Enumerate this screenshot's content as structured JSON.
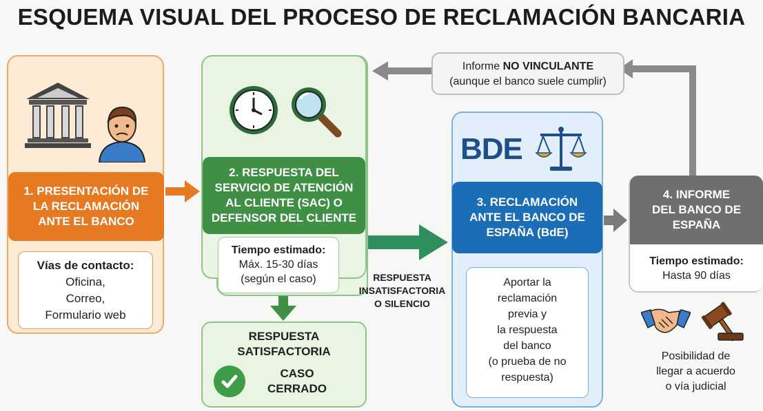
{
  "title": "ESQUEMA VISUAL DEL PROCESO DE RECLAMACIÓN BANCARIA",
  "step1": {
    "header_lines": [
      "1. PRESENTACIÓN DE",
      "LA RECLAMACIÓN",
      "ANTE EL BANCO"
    ],
    "contact_title": "Vías de contacto:",
    "contact_items": [
      "Oficina,",
      "Correo,",
      "Formulario web"
    ]
  },
  "step2": {
    "header_lines": [
      "2. RESPUESTA DEL",
      "SERVICIO DE ATENCIÓN",
      "AL CLIENTE (SAC) O",
      "DEFENSOR DEL CLIENTE"
    ],
    "time_title": "Tiempo estimado:",
    "time_lines": [
      "Máx. 15-30 días",
      "(según el caso)"
    ]
  },
  "satisfactory": {
    "title_lines": [
      "RESPUESTA",
      "SATISFACTORIA"
    ],
    "closed_lines": [
      "CASO",
      "CERRADO"
    ]
  },
  "transition": {
    "lines": [
      "RESPUESTA",
      "INSATISFACTORIA",
      "O SILENCIO"
    ]
  },
  "step3": {
    "logo_text": "BDE",
    "header_lines": [
      "3. RECLAMACIÓN",
      "ANTE EL BANCO DE",
      "ESPAÑA (BdE)"
    ],
    "detail_lines": [
      "Aportar la",
      "reclamación",
      "previa y",
      "la respuesta",
      "del banco",
      "(o prueba de no",
      "respuesta)"
    ]
  },
  "step4": {
    "header_lines": [
      "4. INFORME",
      "DEL BANCO DE",
      "ESPAÑA"
    ],
    "time_title": "Tiempo estimado:",
    "time_value": "Hasta 90 días",
    "outcome_lines": [
      "Posibilidad de",
      "llegar a acuerdo",
      "o vía judicial"
    ]
  },
  "report": {
    "prefix": "Informe ",
    "emphasis": "NO VINCULANTE",
    "note": "(aunque el banco suele cumplir)"
  },
  "colors": {
    "orange": "#e57a22",
    "green": "#3f8f45",
    "blue": "#1b6db5",
    "gray": "#6f6f6f"
  },
  "icons": [
    "bank-icon",
    "worried-person-icon",
    "clock-icon",
    "magnifier-icon",
    "scales-icon",
    "check-icon",
    "handshake-icon",
    "gavel-icon"
  ]
}
